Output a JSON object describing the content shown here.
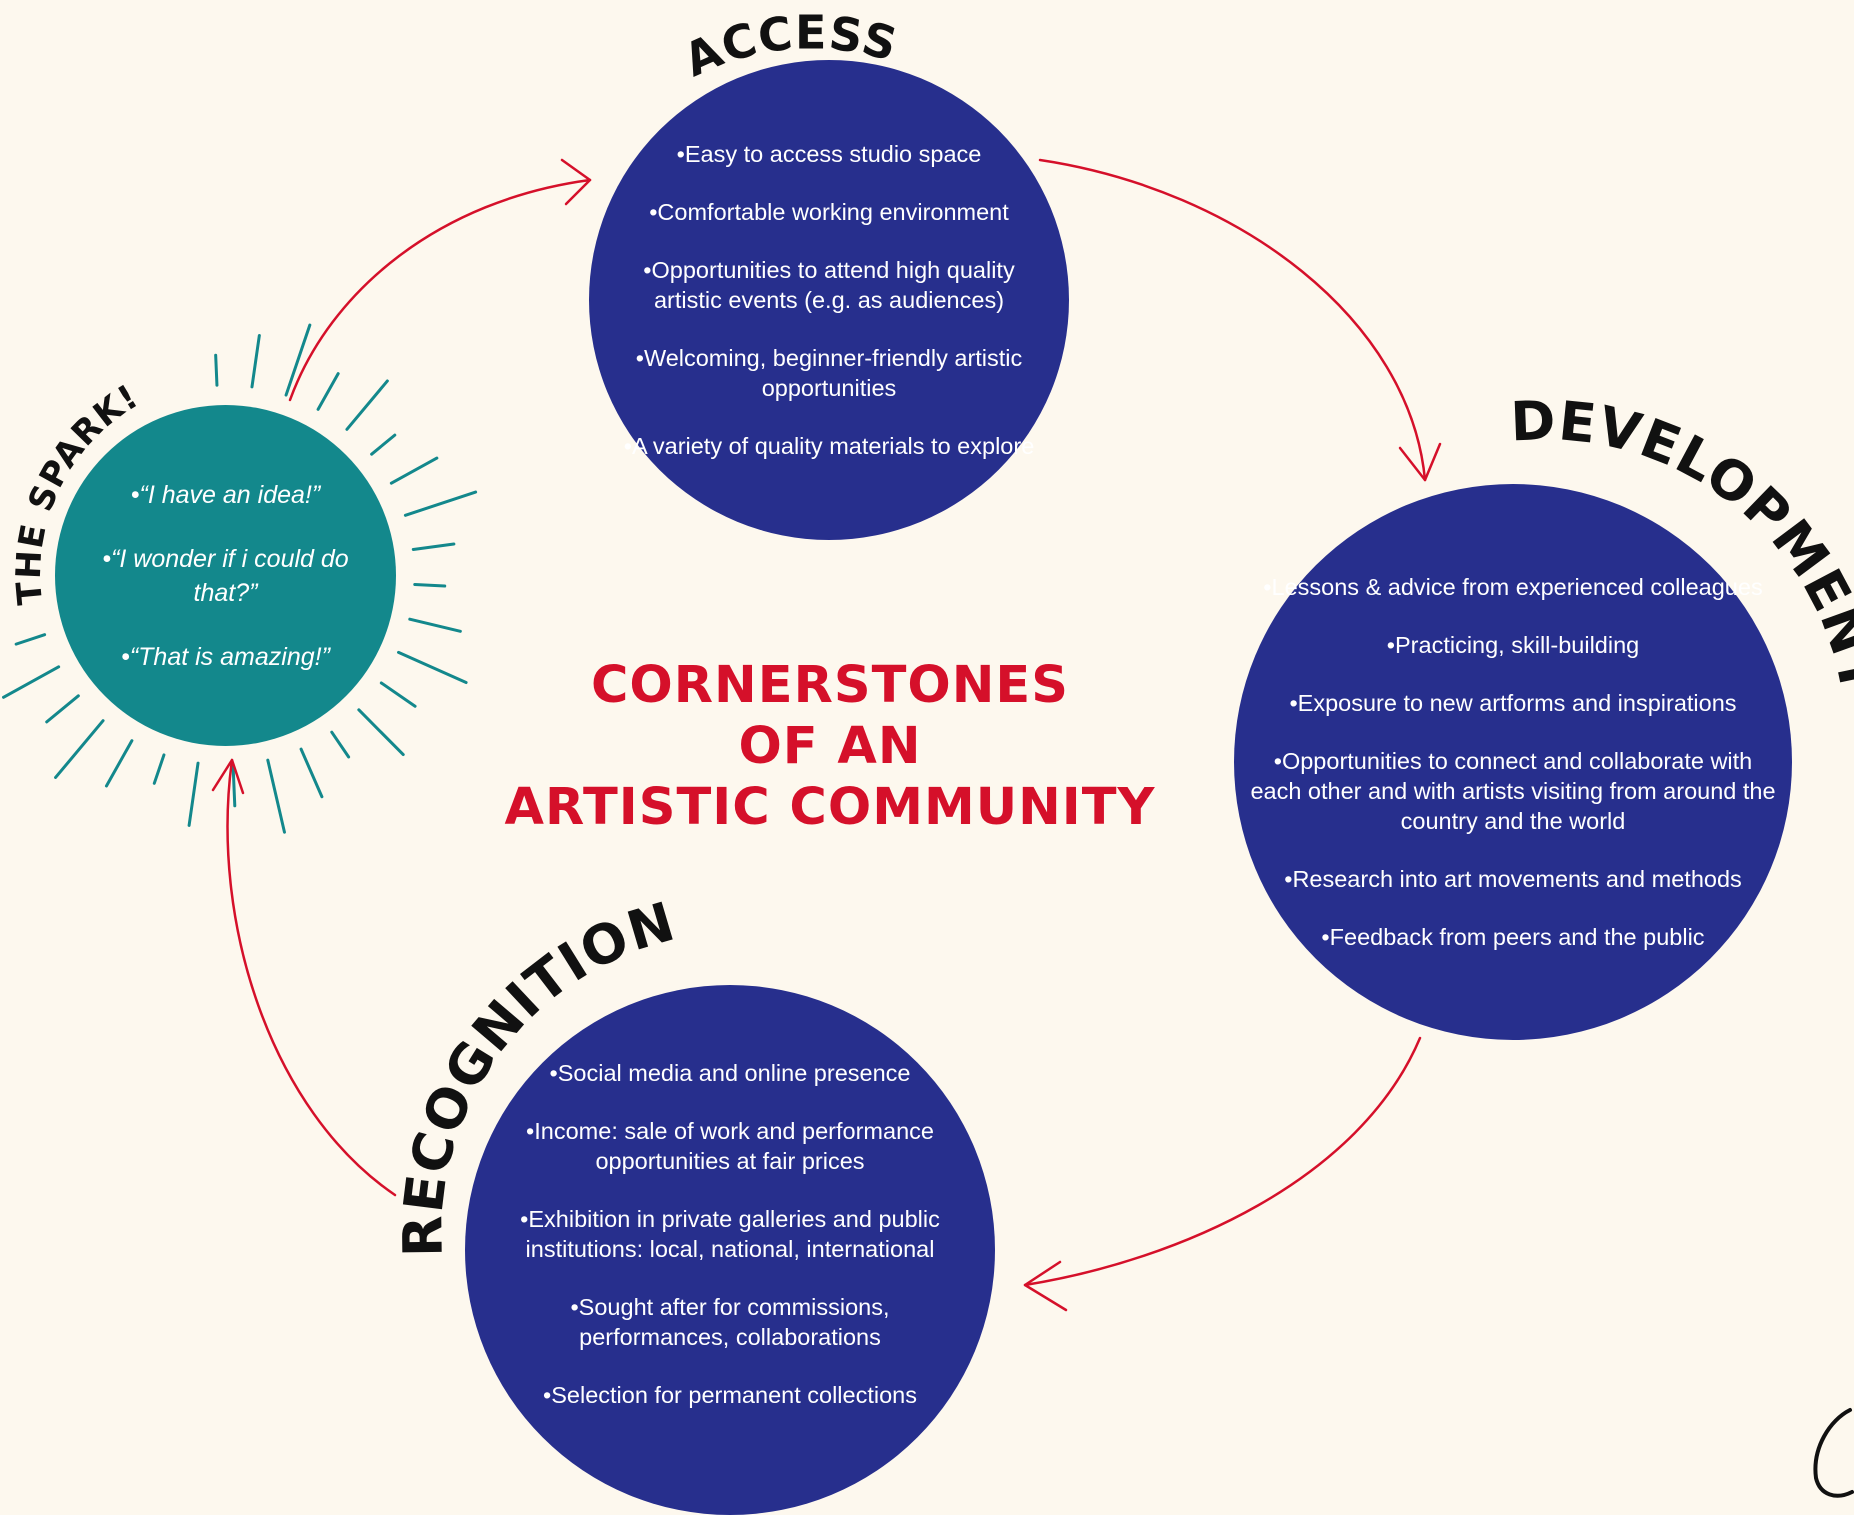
{
  "title": {
    "lines": [
      "CORNERSTONES",
      "OF AN",
      "ARTISTIC COMMUNITY"
    ]
  },
  "stages": {
    "spark": {
      "label": "THE SPARK!",
      "items": [
        "•“I have an idea!”",
        "•“I wonder if  i could do that?”",
        "•“That is amazing!”"
      ]
    },
    "access": {
      "label": "ACCESS",
      "items": [
        "•Easy to access studio space",
        "•Comfortable working environment",
        "•Opportunities to attend high quality artistic events (e.g. as audiences)",
        "•Welcoming, beginner-friendly artistic opportunities",
        "•A variety of  quality materials to explore"
      ]
    },
    "development": {
      "label": "DEVELOPMENT",
      "items": [
        "•Lessons & advice from experienced colleagues",
        "•Practicing, skill-building",
        "•Exposure to new artforms and inspirations",
        "•Opportunities to connect and collaborate with each other and with artists visiting from around the country and the world",
        "•Research into art movements and methods",
        "•Feedback from peers and the public"
      ]
    },
    "recognition": {
      "label": "RECOGNITION",
      "items": [
        "•Social media and online presence",
        "•Income: sale of work and performance opportunities at fair prices",
        "•Exhibition in private galleries and public institutions: local, national, international",
        "•Sought after for commissions, performances, collaborations",
        "•Selection for permanent collections"
      ]
    }
  },
  "colors": {
    "background": "#fdf8ee",
    "circle": "#272f8d",
    "spark": "#13888c",
    "arrows": "#d5102a",
    "rays": "#13888c",
    "labels": "#111111",
    "title": "#d5102a"
  }
}
